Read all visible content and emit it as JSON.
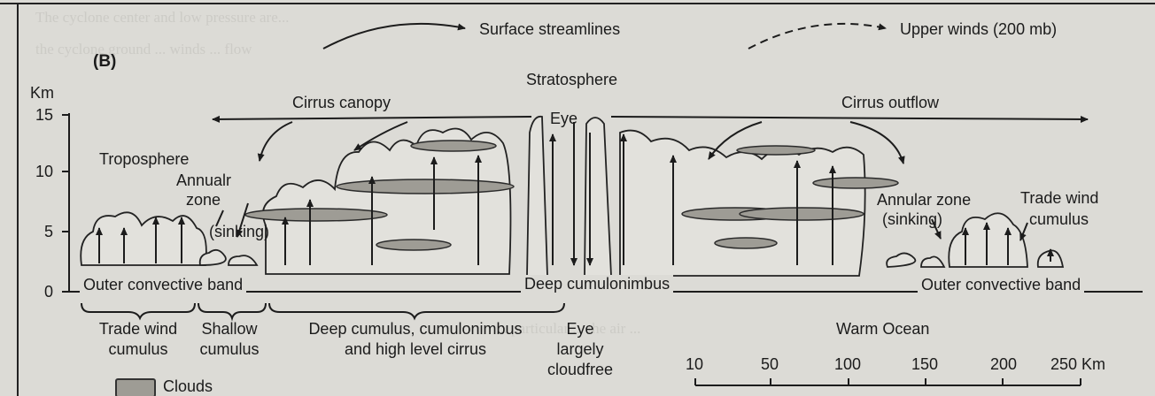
{
  "panel_label": "(B)",
  "legend": {
    "surface_streamlines": "Surface streamlines",
    "upper_winds": "Upper winds (200 mb)",
    "clouds": "Clouds"
  },
  "axis": {
    "unit": "Km",
    "ticks": [
      "15",
      "10",
      "5",
      "0"
    ]
  },
  "labels": {
    "stratosphere": "Stratosphere",
    "troposphere": "Troposphere",
    "cirrus_canopy": "Cirrus canopy",
    "cirrus_outflow": "Cirrus outflow",
    "eye": "Eye",
    "annular_left_1": "Annualr",
    "annular_left_2": "zone",
    "annular_left_3": "(sinking)",
    "annular_right_1": "Annular zone",
    "annular_right_2": "(sinking)",
    "trade_right_1": "Trade wind",
    "trade_right_2": "cumulus",
    "outer_band_left": "Outer convective band",
    "deep_cumulonimbus": "Deep cumulonimbus",
    "outer_band_right": "Outer convective band"
  },
  "regions": {
    "trade_1": "Trade wind",
    "trade_2": "cumulus",
    "shallow_1": "Shallow",
    "shallow_2": "cumulus",
    "deep_1": "Deep cumulus, cumulonimbus",
    "deep_2": "and high level cirrus",
    "eye_1": "Eye",
    "eye_2": "largely",
    "eye_3": "cloudfree",
    "warm_ocean": "Warm Ocean"
  },
  "scale": {
    "ticks": [
      "10",
      "50",
      "100",
      "150",
      "200",
      "250 Km"
    ]
  }
}
